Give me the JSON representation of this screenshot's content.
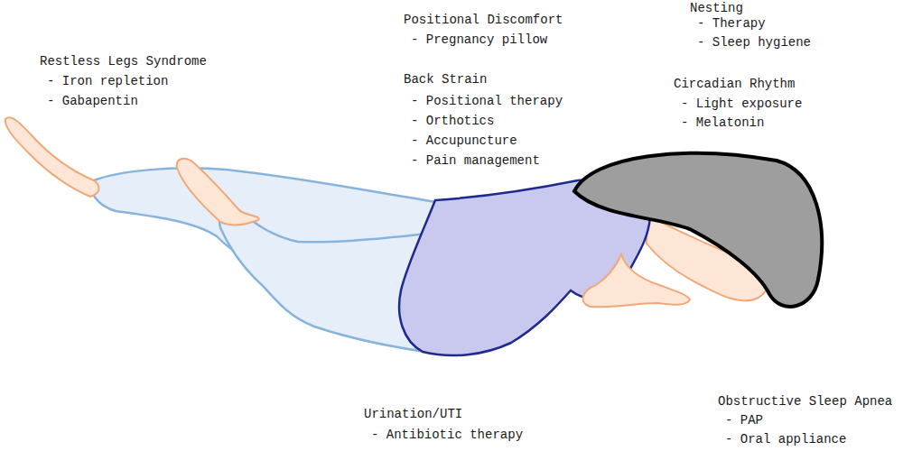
{
  "diagram": {
    "labels": [
      "Nesting",
      "- Therapy",
      "- Sleep hygiene",
      "Positional Discomfort",
      "- Pregnancy pillow",
      "Restless Legs Syndrome",
      "- Iron repletion",
      "- Gabapentin",
      "Back Strain",
      "- Positional therapy",
      "- Orthotics",
      "- Accupuncture",
      "- Pain management",
      "Circadian Rhythm",
      "- Light exposure",
      "- Melatonin",
      "Urination/UTI",
      "- Antibiotic therapy",
      "Obstructive Sleep Apnea",
      "- PAP",
      "- Oral appliance"
    ]
  }
}
